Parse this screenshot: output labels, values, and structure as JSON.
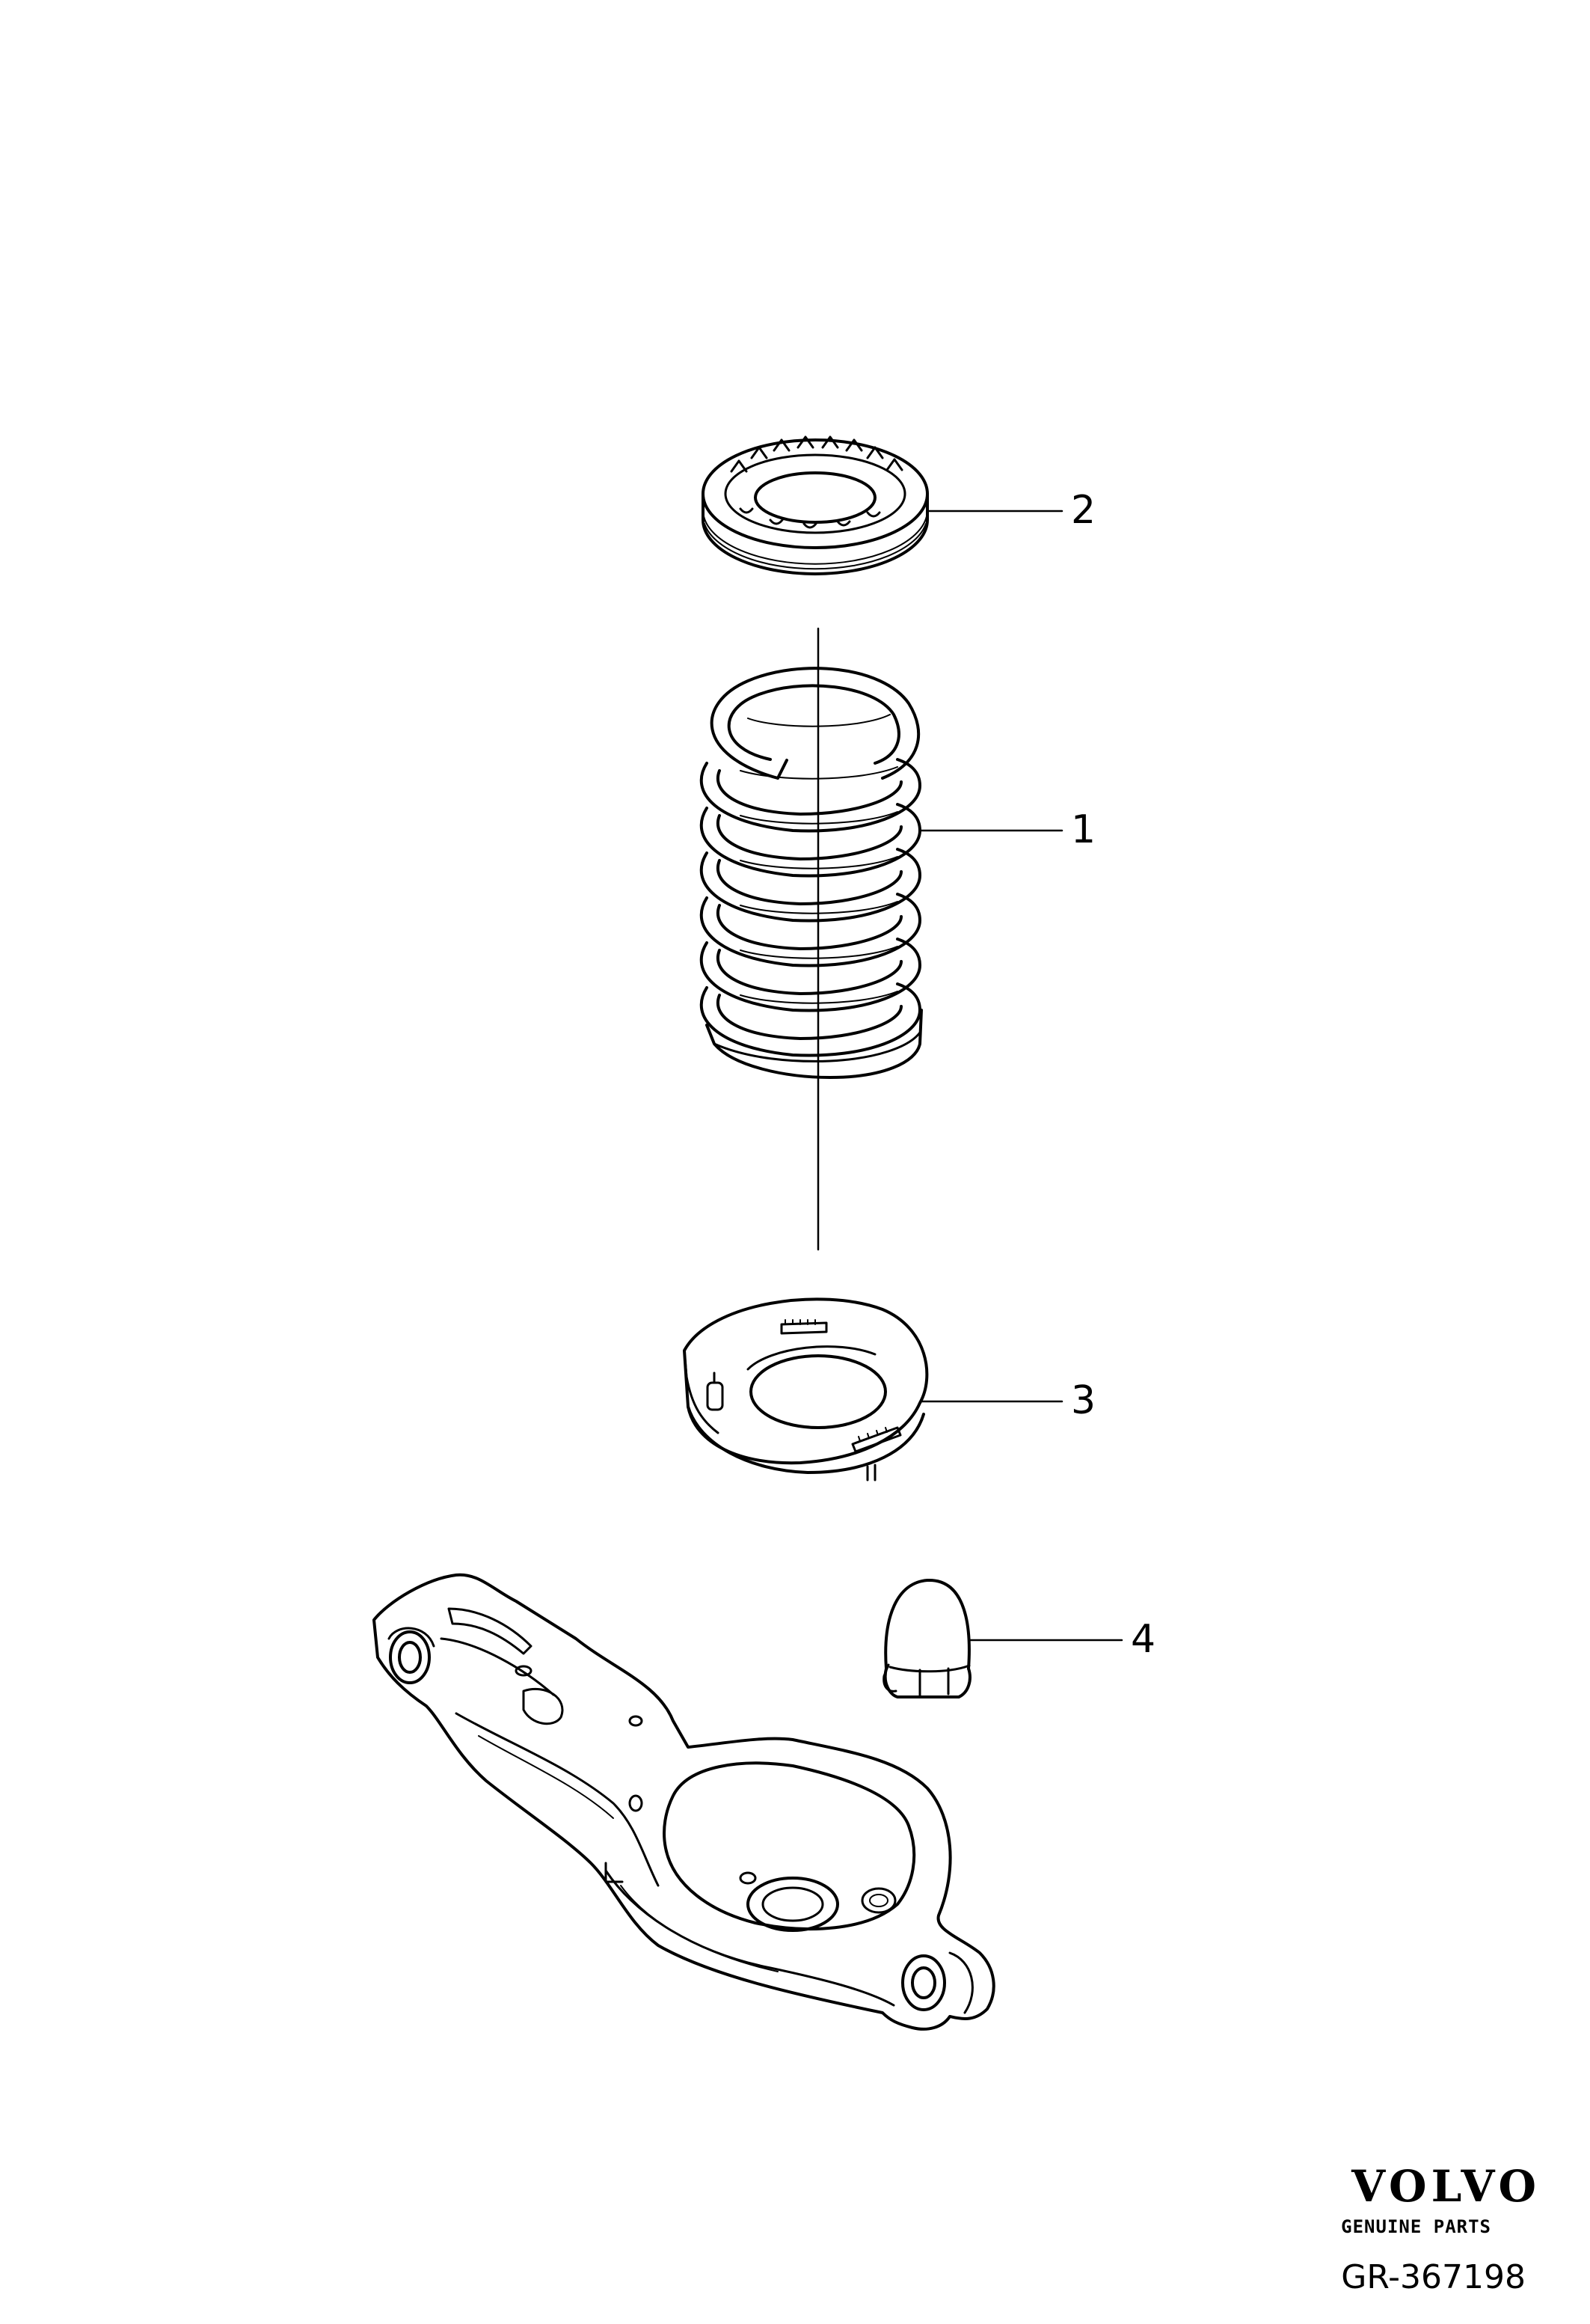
{
  "callouts": [
    {
      "id": "1",
      "label": "1"
    },
    {
      "id": "2",
      "label": "2"
    },
    {
      "id": "3",
      "label": "3"
    },
    {
      "id": "4",
      "label": "4"
    }
  ],
  "brand": {
    "name": "VOLVO",
    "subtitle": "GENUINE PARTS"
  },
  "reference": "GR-367198"
}
